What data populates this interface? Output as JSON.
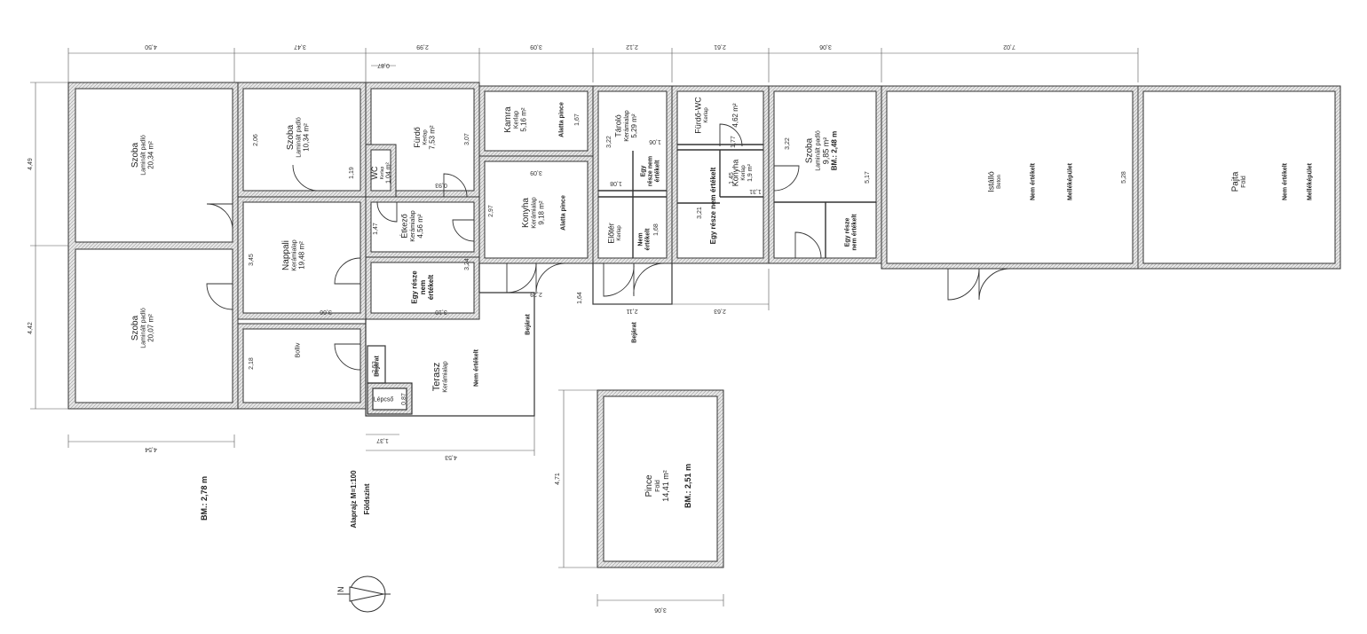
{
  "rooms": {
    "szoba1": {
      "name": "Szoba",
      "material": "Laminált padló",
      "area": "20,34 m²"
    },
    "szoba2": {
      "name": "Szoba",
      "material": "Laminált padló",
      "area": "20,07 m²"
    },
    "szoba3": {
      "name": "Szoba",
      "material": "Laminált padló",
      "area": "10,34 m²"
    },
    "nappali": {
      "name": "Nappali",
      "material": "Kerámialap",
      "area": "19,48 m²"
    },
    "bolliv": {
      "name": "Bolliv"
    },
    "wc": {
      "name": "WC",
      "material": "Kerlap",
      "area": "1,04 m²"
    },
    "furdo": {
      "name": "Fürdő",
      "material": "Kerlap",
      "area": "7,53 m²"
    },
    "etkezo": {
      "name": "Étkező",
      "material": "Kerámialap",
      "area": "4,56 m²"
    },
    "egy_resze1": {
      "line1": "Egy része",
      "line2": "nem",
      "line3": "értékelt"
    },
    "terasz": {
      "name": "Terasz",
      "material": "Kerámialap",
      "note": "Nem értékelt"
    },
    "bejarat1": {
      "name": "Bejárat"
    },
    "lepcso": {
      "name": "Lépcső"
    },
    "kamra": {
      "name": "Kamra",
      "material": "Kerlap",
      "area": "5,16 m²",
      "note": "Alatta pince"
    },
    "konyha1": {
      "name": "Konyha",
      "material": "Kerámialap",
      "area": "9,18 m²",
      "note": "Alatta pince"
    },
    "bejarat2": {
      "name": "Bejárat"
    },
    "tarolo": {
      "name": "Tároló",
      "material": "Kerámialap",
      "area": "5,29 m²"
    },
    "egy_resze2": {
      "line1": "Egy",
      "line2": "része nem",
      "line3": "értékelt"
    },
    "eloter": {
      "name": "Előtér",
      "material": "Kerlap",
      "note1": "Nem",
      "note2": "értékelt"
    },
    "bejarat3": {
      "name": "Bejárat"
    },
    "furdowc": {
      "name": "Fürdő-WC",
      "material": "Kerlap",
      "area": "4,62 m²"
    },
    "konyha2": {
      "name": "Konyha",
      "material": "Kerlap",
      "area": "1,9 m²"
    },
    "egy_resze3": {
      "text": "Egy része nem értékelt"
    },
    "szoba4": {
      "name": "Szoba",
      "material": "Laminált padló",
      "area": "9,85 m²",
      "height": "BM.: 2,48 m"
    },
    "egy_resze4": {
      "line1": "Egy része",
      "line2": "nem értékelt"
    },
    "istallo": {
      "name": "Istálló",
      "material": "Beton",
      "note": "Nem értékelt",
      "tag": "Melléképület"
    },
    "pajta": {
      "name": "Pajta",
      "material": "Föld",
      "note": "Nem értékelt",
      "tag": "Melléképület"
    },
    "pince": {
      "name": "Pince",
      "material": "Föld",
      "area": "14,41 m²",
      "height": "BM.: 2,51 m"
    }
  },
  "notes": {
    "bm_main": "BM.: 2,78 m",
    "title": "Alaprajz   M=1:100",
    "subtitle": "Földszint"
  },
  "dimensions": {
    "top": [
      "4,50",
      "3,47",
      "2,99",
      "3,09",
      "2,12",
      "2,61",
      "3,06",
      "7,02"
    ],
    "top_small": "0,87",
    "left": [
      "4,49",
      "4,42"
    ],
    "bottom_left": "4,54",
    "bottom_mid1": "1,37",
    "bottom_mid2": "4,53",
    "pince_w": "3,06",
    "pince_h": "4,71",
    "right_h": "5,28",
    "bottom_r1": "2,11",
    "bottom_r2": "2,63",
    "inner": {
      "szoba3_h": "2,06",
      "wc_w": "1,19",
      "furdo_h": "3,07",
      "furdo_w": "0,93",
      "nappali_h": "3,45",
      "nappali_w": "3,66",
      "bolliv_h": "2,18",
      "etkezo_h": "1,47",
      "etkezo_w": "3,10",
      "egy_h": "3,24",
      "bejarat_h": "2,53",
      "lepcso_w": "0,87",
      "kamra_w": "1,67",
      "konyha_h": "2,97",
      "konyha_w": "3,09",
      "konyha_b": "2,29",
      "tarolo_h": "3,22",
      "tarolo_w": "1,06",
      "egy2_w": "1,08",
      "eloter_w": "1,68",
      "eloter_b": "1,64",
      "furdowc_h": "1,77",
      "konyha2_w": "1,45",
      "konyha2_h": "1,31",
      "egy3_h": "3,21",
      "szoba4_h": "3,22",
      "szoba4_w": "5,17"
    }
  }
}
